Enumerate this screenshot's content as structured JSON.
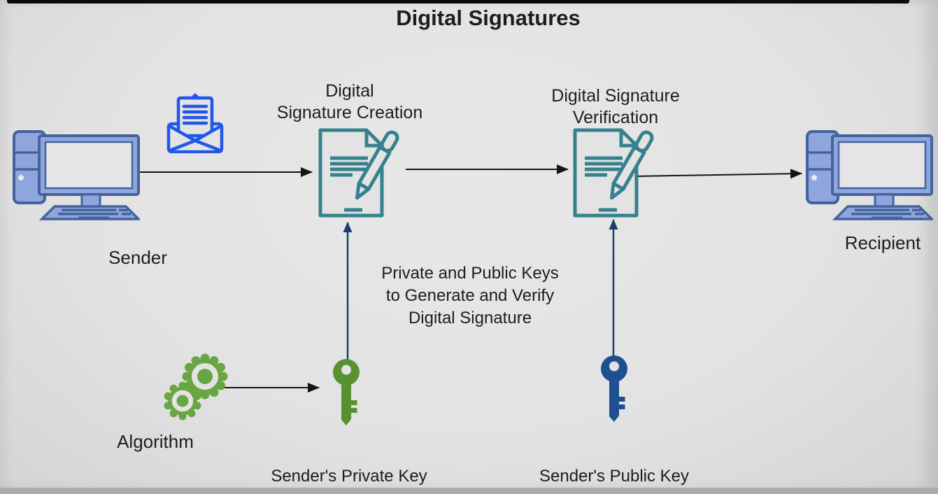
{
  "title": "Digital Signatures",
  "colors": {
    "bg": "#e3e3e3",
    "ink": "#1d1d1d",
    "teal": "#35818d",
    "envelope-blue": "#2157e8",
    "periwinkle": "#8fa6dc",
    "periwinkle-dark": "#44639e",
    "screen": "#e5e5e7",
    "gear-green": "#68a643",
    "key-green": "#579231",
    "key-blue": "#1d4f92",
    "navy": "#1d3d6e",
    "arrow-black": "#141414",
    "strip-top": "#0b0b0b",
    "strip-bottom": "#ababab"
  },
  "icons": {
    "sender": "computer-icon",
    "message": "open-envelope-icon",
    "creation": "document-signing-icon",
    "verification": "document-signing-icon",
    "algorithm": "gears-icon",
    "private_key": "key-icon",
    "public_key": "key-icon",
    "recipient": "computer-icon"
  },
  "nodes": {
    "sender": {
      "label": "Sender"
    },
    "creation": {
      "line1": "Digital",
      "line2": "Signature Creation"
    },
    "verification": {
      "line1": "Digital Signature",
      "line2": "Verification"
    },
    "recipient": {
      "label": "Recipient"
    },
    "algorithm": {
      "label": "Algorithm"
    },
    "private_key": {
      "label": "Sender's Private Key"
    },
    "public_key": {
      "label": "Sender's Public Key"
    }
  },
  "annotation": {
    "line1": "Private and Public Keys",
    "line2": "to Generate and Verify",
    "line3": "Digital Signature"
  }
}
